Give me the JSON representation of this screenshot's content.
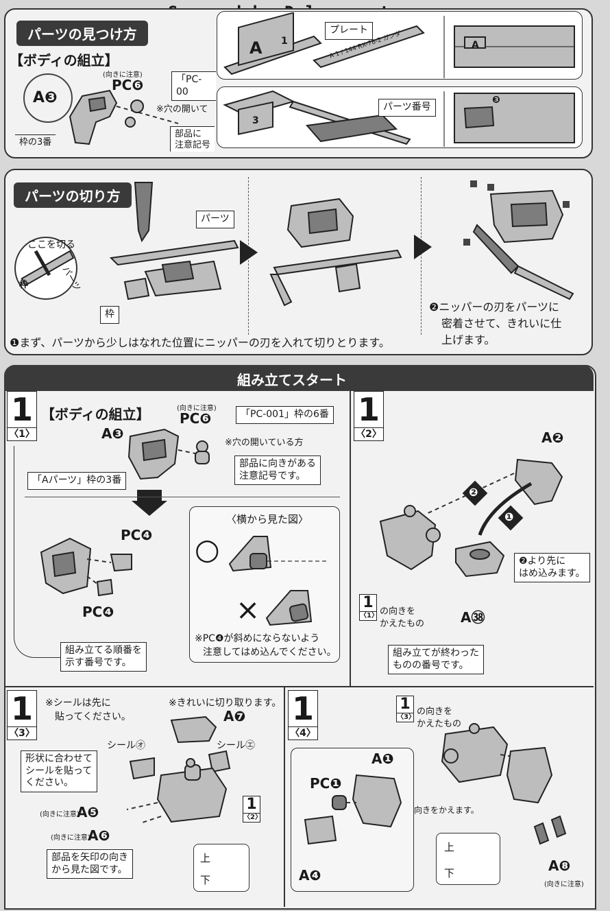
{
  "watermark": "Scanned by Dalong.net",
  "find": {
    "title": "パーツの見つけ方",
    "subtitle": "【ボディの組立】",
    "a3": "A❸",
    "pc6": "PC❻",
    "orient_note": "(向きに注意)",
    "pc001": "「PC-00",
    "hole_note": "※穴の開いて",
    "frame_label": "枠の3番",
    "parts_label": "部品に",
    "parts_label2": "注意記号",
    "plate_label": "プレート",
    "plate_letter": "A",
    "plate_num": "1",
    "plate_code": "A 1 / 144 RX-78-2 ガンダ",
    "partnum_label": "パーツ番号",
    "partnum": "3",
    "runner_letter": "A",
    "runner_mark": "❸"
  },
  "cut": {
    "title": "パーツの切り方",
    "cut_here": "ここを切る",
    "frame": "枠",
    "parts_small": "パーツ",
    "parts_label": "パーツ",
    "frame_label": "枠",
    "step1": "❶まず、パーツから少しはなれた位置にニッパーの刃を入れて切りとります。",
    "step2_l1": "❷ニッパーの刃をパーツに",
    "step2_l2": "密着させて、きれいに仕",
    "step2_l3": "上げます。"
  },
  "start": {
    "title": "組み立てスタート"
  },
  "s1": {
    "num": "1",
    "sub": "〈1〉",
    "heading": "【ボディの組立】",
    "a3": "A❸",
    "orient_note": "(向きに注意)",
    "pc6": "PC❻",
    "pc001": "「PC-001」枠の6番",
    "hole_note": "※穴の開いている方",
    "a_frame": "「Aパーツ」枠の3番",
    "caution_l1": "部品に向きがある",
    "caution_l2": "注意記号です。",
    "pc4_top": "PC❹",
    "pc4_bottom": "PC❹",
    "side_view": "〈横から見た図〉",
    "ok_mark": "○",
    "ng_mark": "×",
    "pc4_note_l1": "※PC❹が斜めにならないよう",
    "pc4_note_l2": "注意してはめ込んでください。",
    "order_l1": "組み立てる順番を",
    "order_l2": "示す番号です。"
  },
  "s2": {
    "num": "1",
    "sub": "〈2〉",
    "a2": "A❷",
    "a38": "A㊳",
    "arrow1": "❶",
    "arrow2": "❷",
    "before_l1": "❷より先に",
    "before_l2": "はめ込みます。",
    "ref_num": "1",
    "ref_sub": "〈1〉",
    "ref_l1": "の向きを",
    "ref_l2": "かえたもの",
    "done_l1": "組み立てが終わった",
    "done_l2": "ものの番号です。"
  },
  "s3": {
    "num": "1",
    "sub": "〈3〉",
    "seal_note_l1": "※シールは先に",
    "seal_note_l2": "貼ってください。",
    "cut_note": "※きれいに切り取ります。",
    "a7": "A❼",
    "seal_o": "シール㋔",
    "seal_e": "シール㋓",
    "shape_l1": "形状に合わせて",
    "shape_l2": "シールを貼って",
    "shape_l3": "ください。",
    "a5_note": "(向きに注意)",
    "a5": "A❺",
    "a6_note": "(向きに注意)",
    "a6": "A❻",
    "ref_num": "1",
    "ref_sub": "〈2〉",
    "arrow_l1": "部品を矢印の向き",
    "arrow_l2": "から見た図です。",
    "up": "上",
    "down": "下"
  },
  "s4": {
    "num": "1",
    "sub": "〈4〉",
    "ref_num": "1",
    "ref_sub": "〈3〉",
    "ref_l1": "の向きを",
    "ref_l2": "かえたもの",
    "a1": "A❶",
    "pc1": "PC❶",
    "a4": "A❹",
    "turn": "向きをかえます。",
    "a8": "A❽",
    "a8_note": "(向きに注意)",
    "up": "上",
    "down": "下"
  }
}
